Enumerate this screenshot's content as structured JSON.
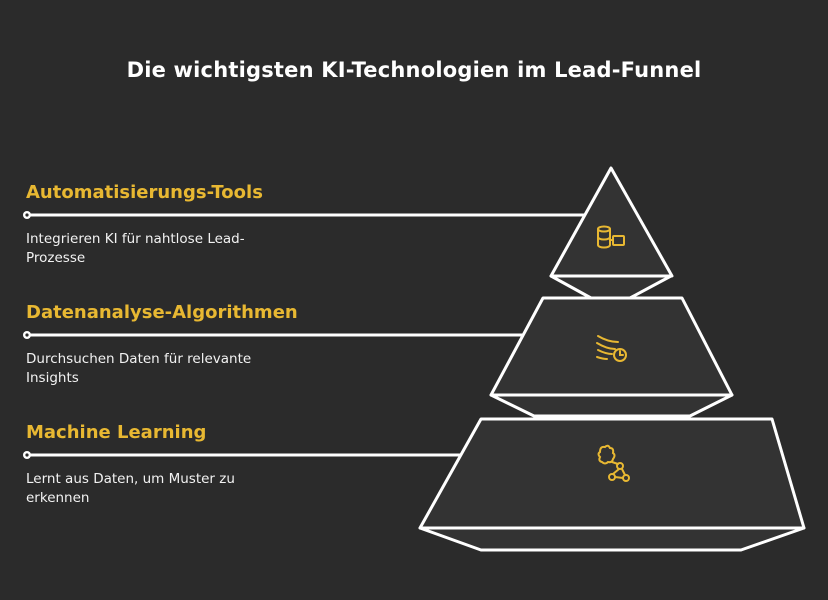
{
  "title": "Die wichtigsten KI-Technologien im Lead-Funnel",
  "colors": {
    "background": "#2b2b2b",
    "accent": "#e8b832",
    "line": "#ffffff",
    "tier_fill": "#333333"
  },
  "tiers": [
    {
      "heading": "Automatisierungs-Tools",
      "description": "Integrieren KI für nahtlose Lead-Prozesse",
      "icon": "database-transfer-icon"
    },
    {
      "heading": "Datenanalyse-Algorithmen",
      "description": "Durchsuchen Daten für relevante Insights",
      "icon": "data-stream-clock-icon"
    },
    {
      "heading": "Machine Learning",
      "description": "Lernt aus Daten, um Muster zu erkennen",
      "icon": "brain-network-icon"
    }
  ]
}
